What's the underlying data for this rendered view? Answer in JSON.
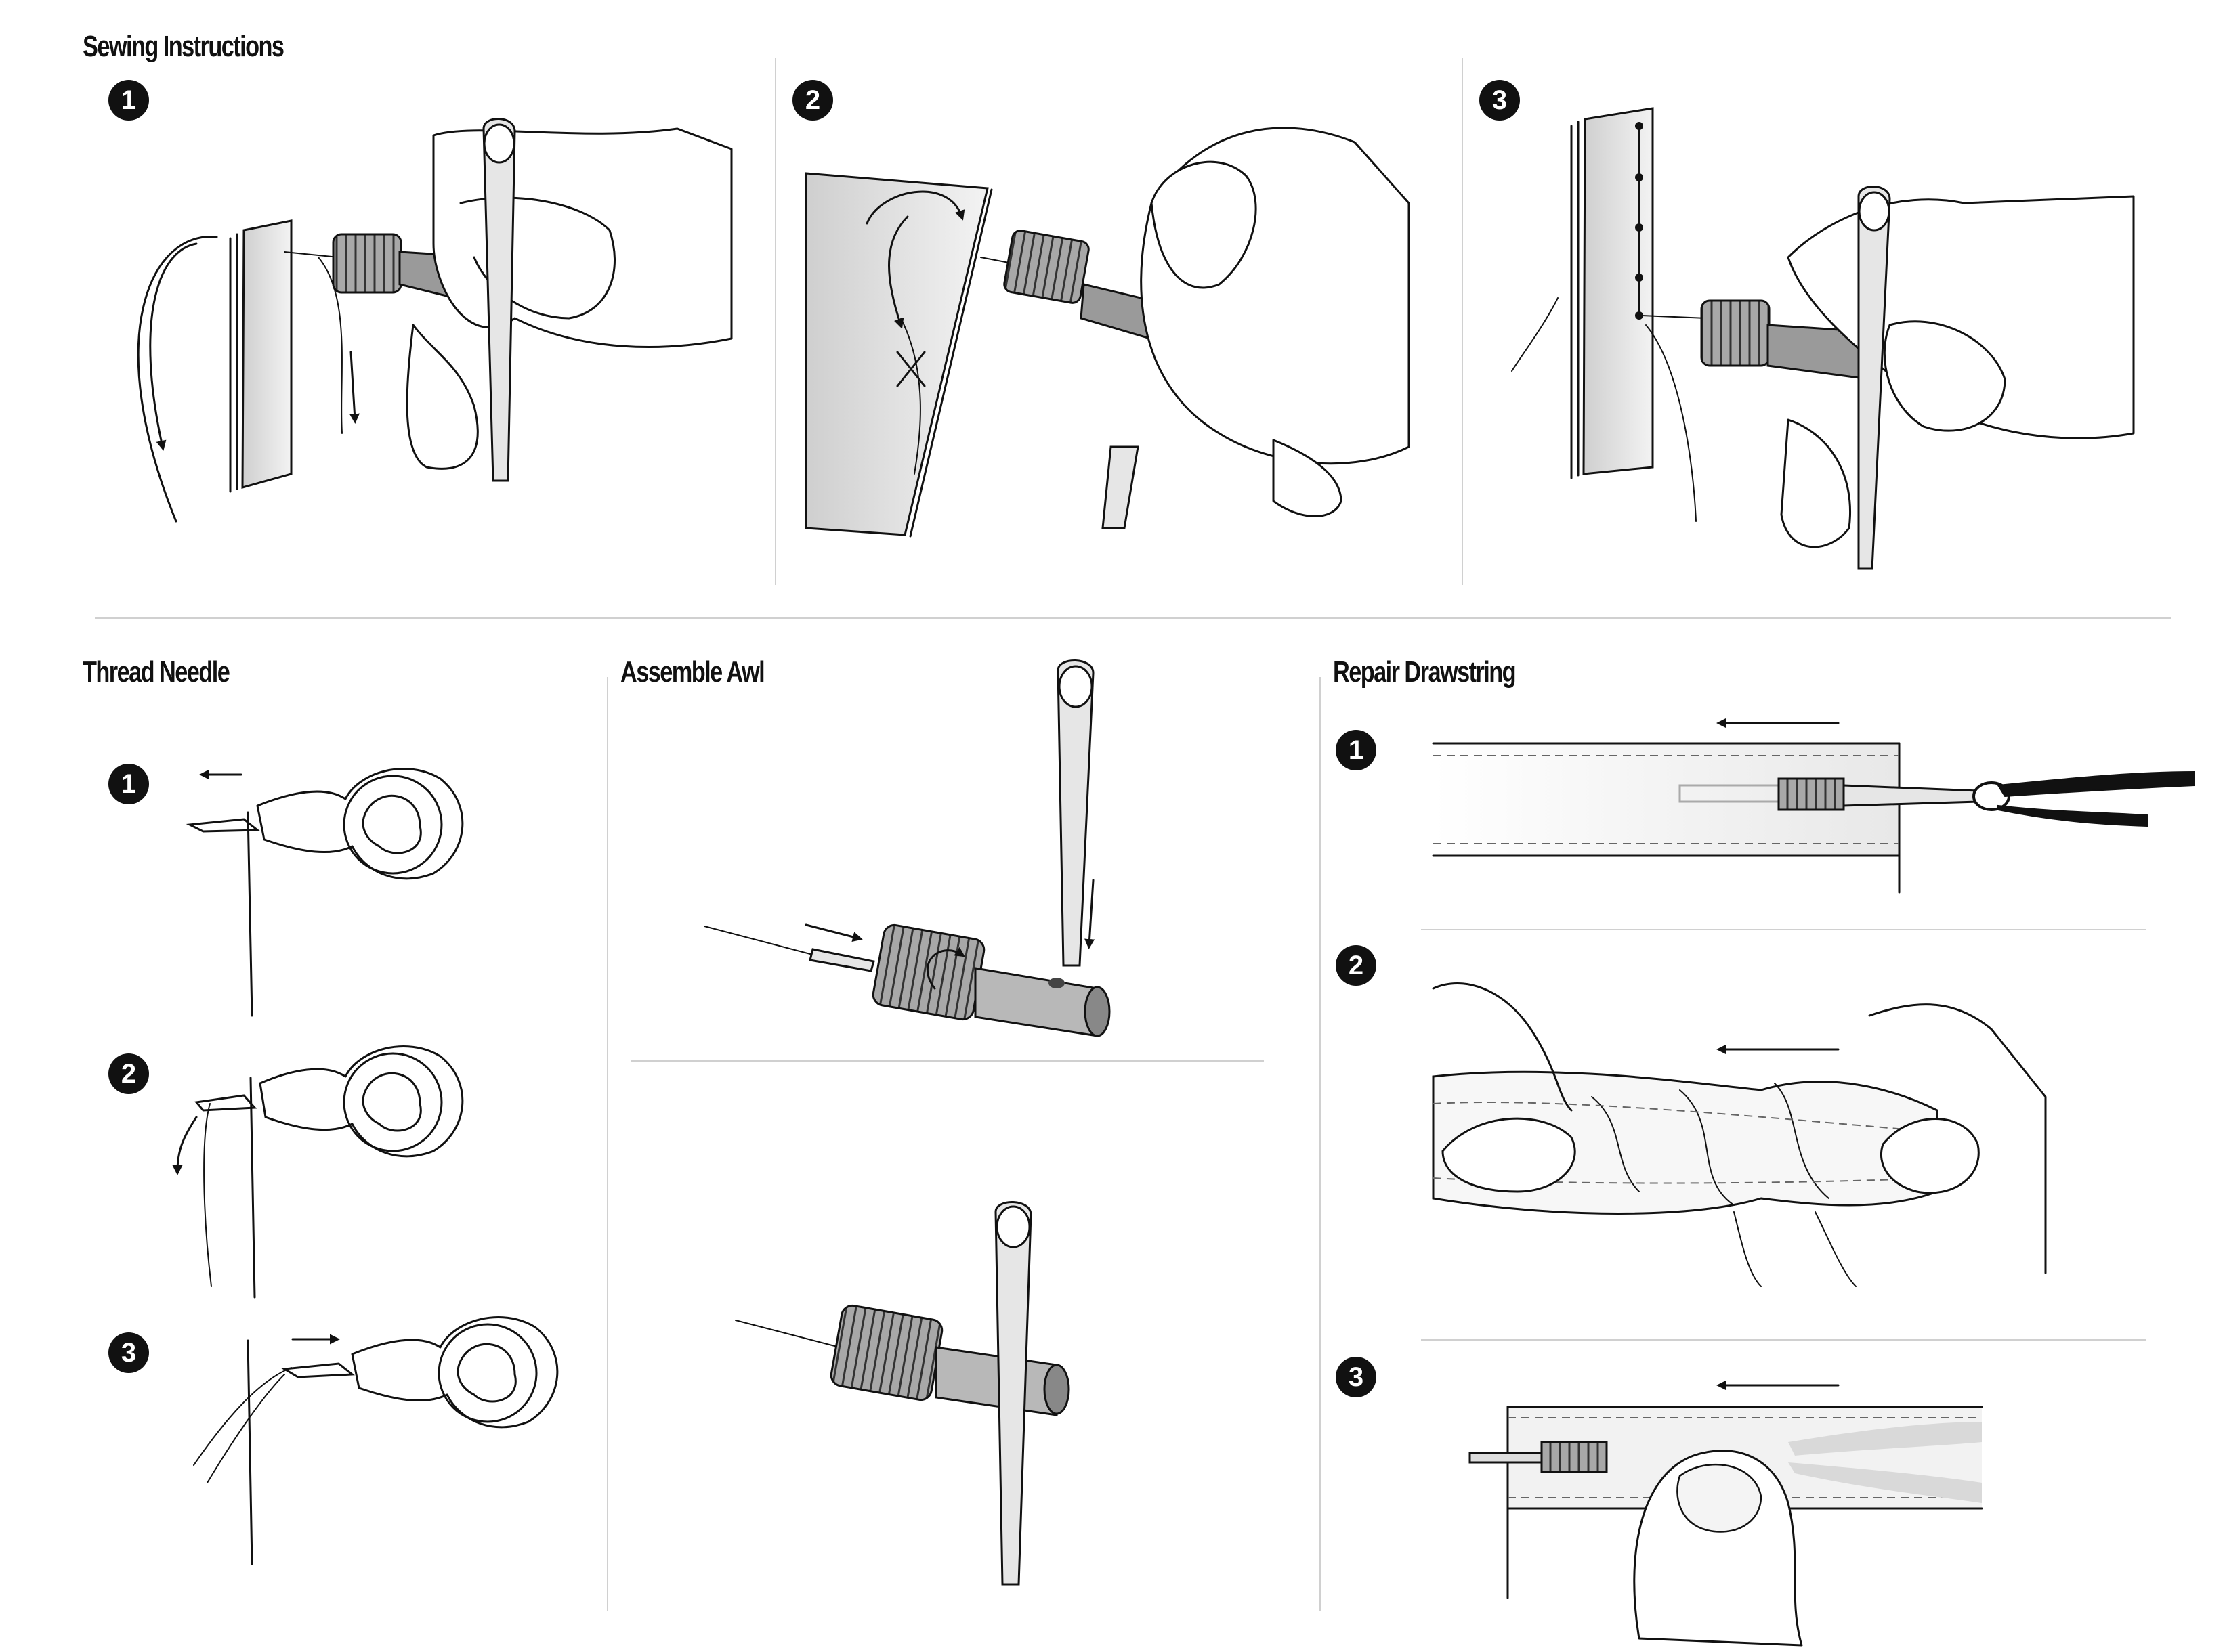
{
  "headings": {
    "sewing": "Sewing Instructions",
    "thread": "Thread Needle",
    "assemble": "Assemble Awl",
    "drawstring": "Repair Drawstring"
  },
  "steps": {
    "one": "1",
    "two": "2",
    "three": "3"
  },
  "colors": {
    "ink": "#111111",
    "grip": "#9a9a9a",
    "metal": "#e6e6e6",
    "divider": "#d0d0d0"
  }
}
